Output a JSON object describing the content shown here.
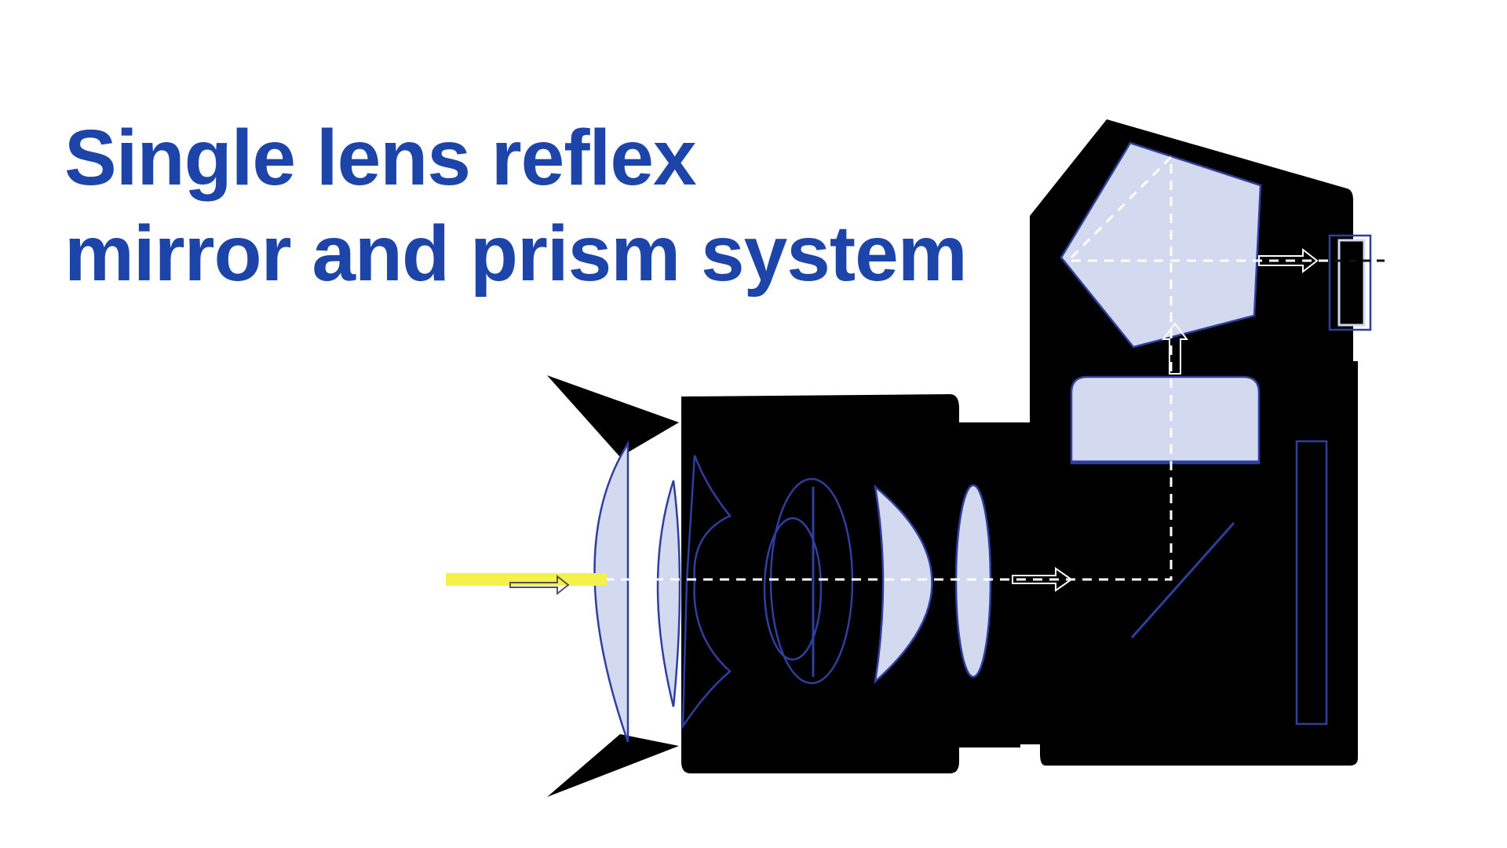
{
  "title": {
    "line1": "Single lens reflex",
    "line2": "mirror and prism system"
  },
  "colors": {
    "title": "#1d44a8",
    "camera_body": "#000000",
    "glass_fill": "#d3daf0",
    "glass_outline": "#2e3f9e",
    "light_beam": "#f5f04a",
    "light_path": "#ffffff",
    "eye_path": "#111111"
  },
  "icons": {
    "incoming-light": "yellow-beam",
    "path-arrows": "hollow-arrow"
  }
}
